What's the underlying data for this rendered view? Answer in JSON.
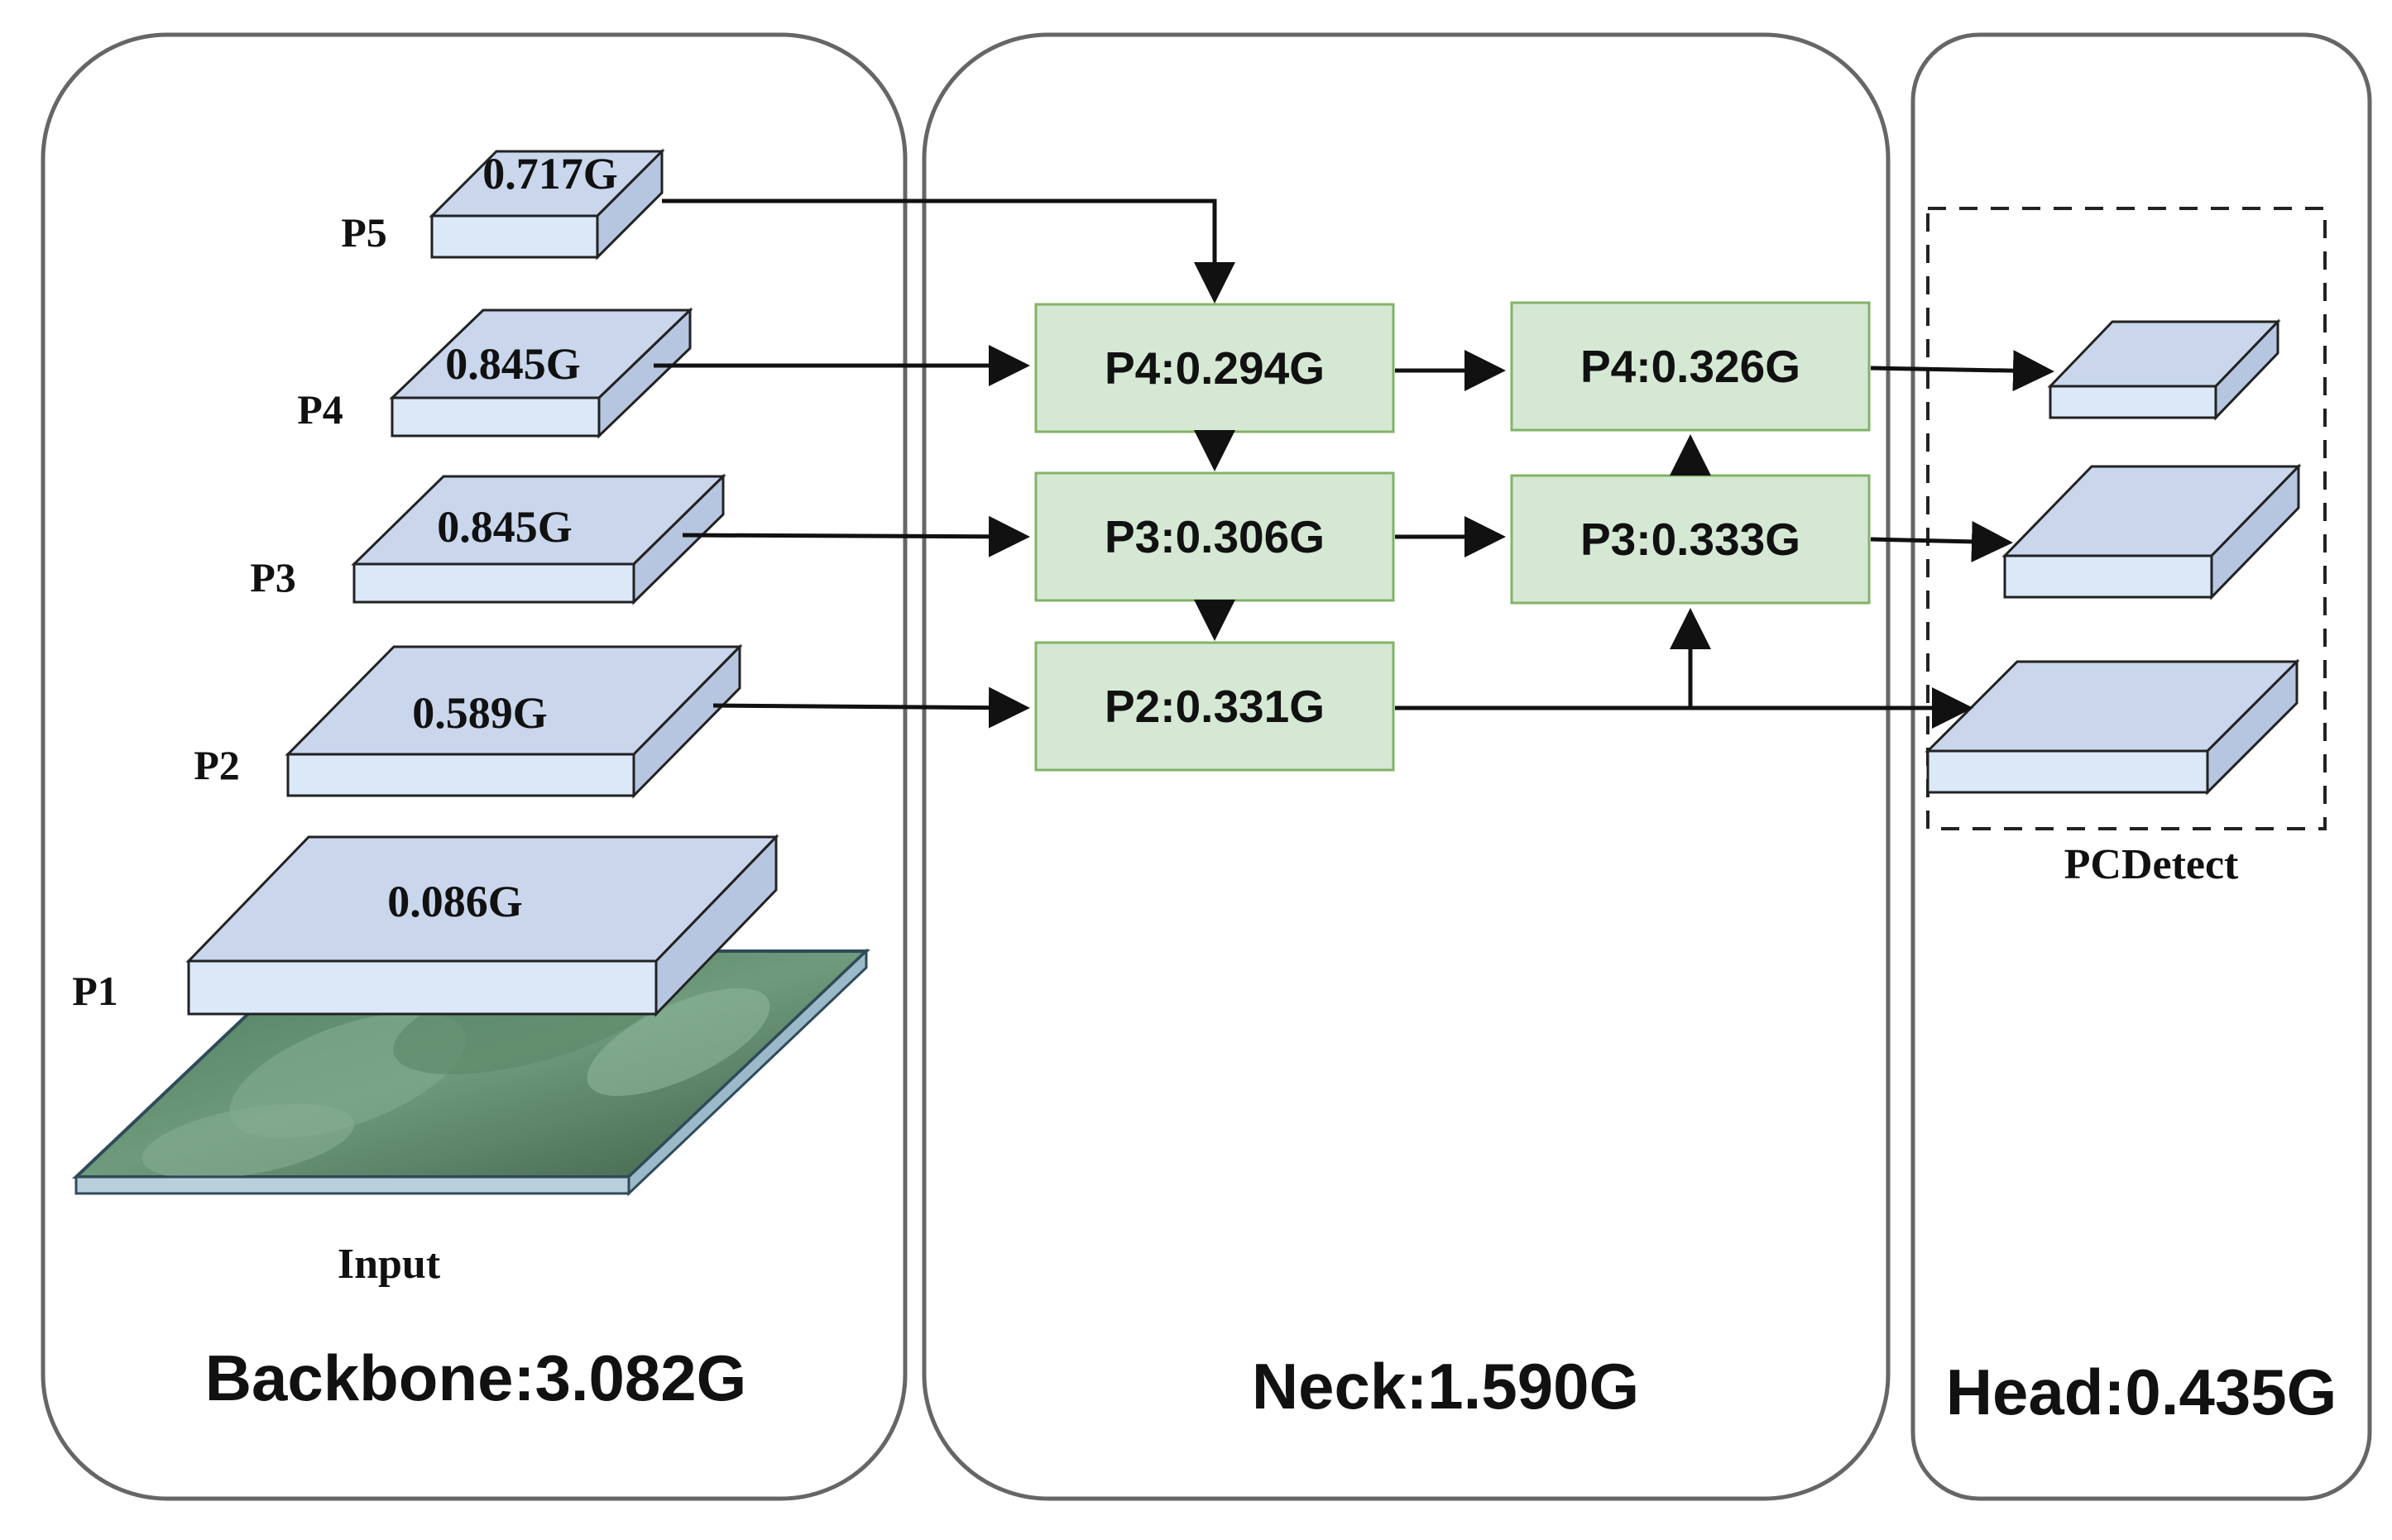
{
  "panels": {
    "backbone": {
      "title": "Backbone:3.082G"
    },
    "neck": {
      "title": "Neck:1.590G"
    },
    "head": {
      "title": "Head:0.435G"
    }
  },
  "backbone_levels": [
    {
      "level": "P1",
      "flops": "0.086G"
    },
    {
      "level": "P2",
      "flops": "0.589G"
    },
    {
      "level": "P3",
      "flops": "0.845G"
    },
    {
      "level": "P4",
      "flops": "0.845G"
    },
    {
      "level": "P5",
      "flops": "0.717G"
    }
  ],
  "input_label": "Input",
  "neck_top_down": [
    {
      "label": "P4:0.294G"
    },
    {
      "label": "P3:0.306G"
    },
    {
      "label": "P2:0.331G"
    }
  ],
  "neck_bottom_up": [
    {
      "label": "P4:0.326G"
    },
    {
      "label": "P3:0.333G"
    }
  ],
  "head_label": "PCDetect",
  "colors": {
    "slab_face": "#dbe8f8",
    "slab_top": "#c9d6ec",
    "slab_side": "#b7c6e0",
    "module_fill": "#d5e8d4",
    "module_stroke": "#82b366",
    "panel_stroke": "#666666"
  }
}
